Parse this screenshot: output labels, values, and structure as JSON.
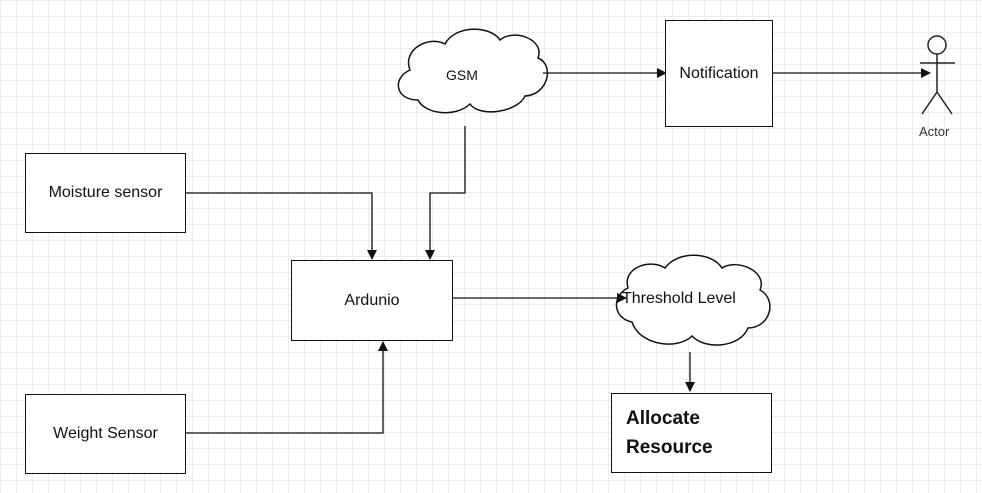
{
  "diagram": {
    "gsm": "GSM",
    "notification": "Notification",
    "actor": "Actor",
    "moisture_sensor": "Moisture sensor",
    "ardunio": "Ardunio",
    "threshold_level": "Threshold Level",
    "weight_sensor": "Weight Sensor",
    "allocate_resource_line1": "Allocate",
    "allocate_resource_line2": "Resource"
  }
}
